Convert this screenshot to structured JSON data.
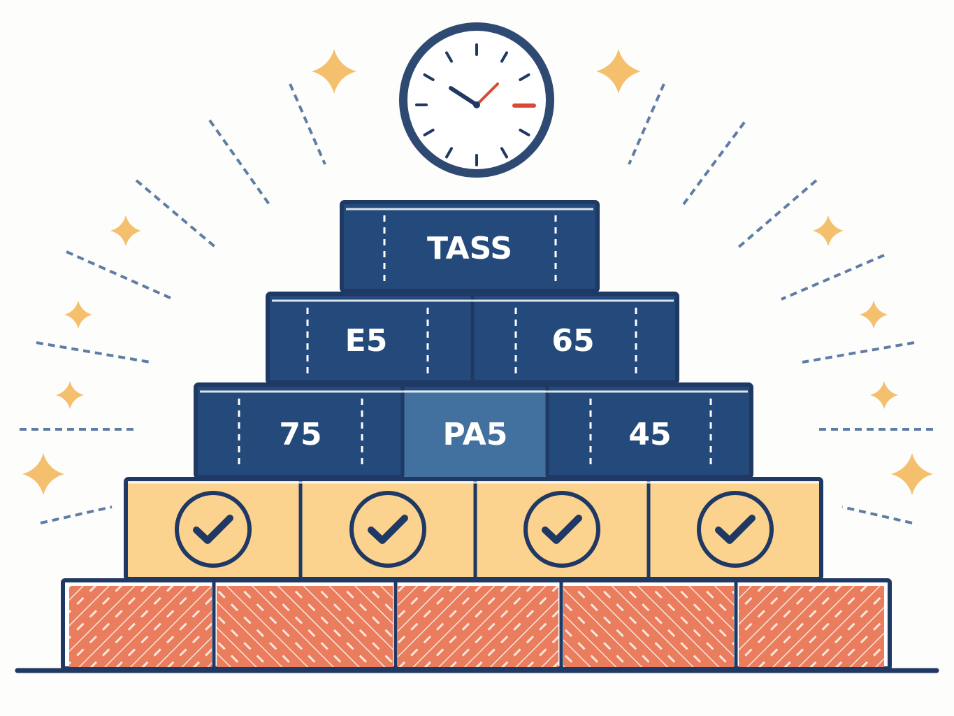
{
  "colors": {
    "navy": "#1f3864",
    "block_dark": "#234a7a",
    "block_highlight": "#42709f",
    "check_tile": "#fbd38f",
    "brick": "#e97d5d",
    "ray": "#5f7da3",
    "sparkle": "#f4c06d",
    "clock_hand_accent": "#d94a35"
  },
  "pyramid": {
    "top_block": {
      "label": "TASS"
    },
    "row_two": [
      {
        "label": "E5"
      },
      {
        "label": "65"
      }
    ],
    "row_three": [
      {
        "label": "75"
      },
      {
        "label": "PA5",
        "highlighted": true
      },
      {
        "label": "45"
      }
    ],
    "check_row": {
      "count": 4,
      "icon": "checkmark-circle-icon"
    },
    "brick_row": {
      "count": 5,
      "pattern": "diagonal-brick"
    }
  },
  "decor": {
    "top_icon": "clock-icon",
    "sparkle_icon": "four-point-star-icon"
  }
}
